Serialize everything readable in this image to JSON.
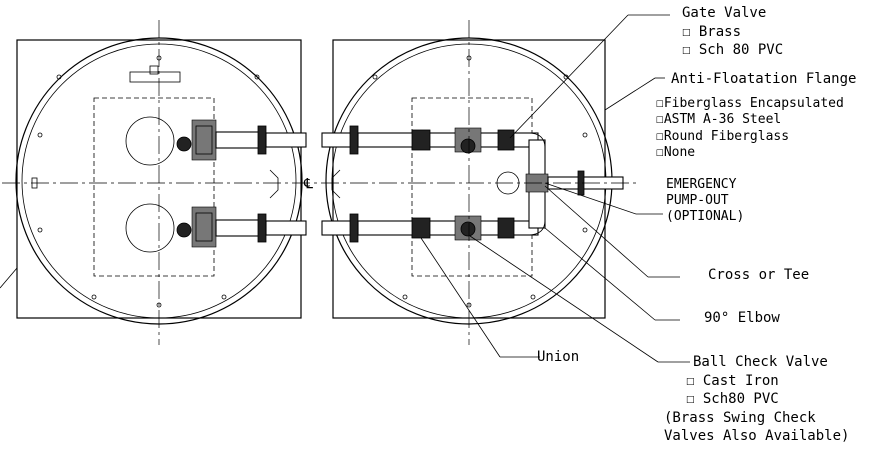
{
  "callouts": {
    "gate_valve": {
      "title": "Gate Valve",
      "options": [
        "☐ Brass",
        "☐ Sch 80 PVC"
      ]
    },
    "flange": {
      "title": "Anti-Floatation Flange",
      "options": [
        "☐Fiberglass Encapsulated",
        "☐ASTM A-36 Steel",
        "☐Round Fiberglass",
        "☐None"
      ]
    },
    "pump_out": {
      "lines": [
        "EMERGENCY",
        "PUMP-OUT",
        "(OPTIONAL)"
      ]
    },
    "cross_tee": {
      "title": "Cross or Tee"
    },
    "elbow": {
      "title": "90° Elbow"
    },
    "union": {
      "title": "Union"
    },
    "check_valve": {
      "title": "Ball Check Valve",
      "options": [
        "☐ Cast Iron",
        "☐ Sch80 PVC"
      ],
      "notes": [
        "(Brass Swing Check",
        "Valves Also Available)"
      ]
    },
    "centerline": "℄"
  }
}
